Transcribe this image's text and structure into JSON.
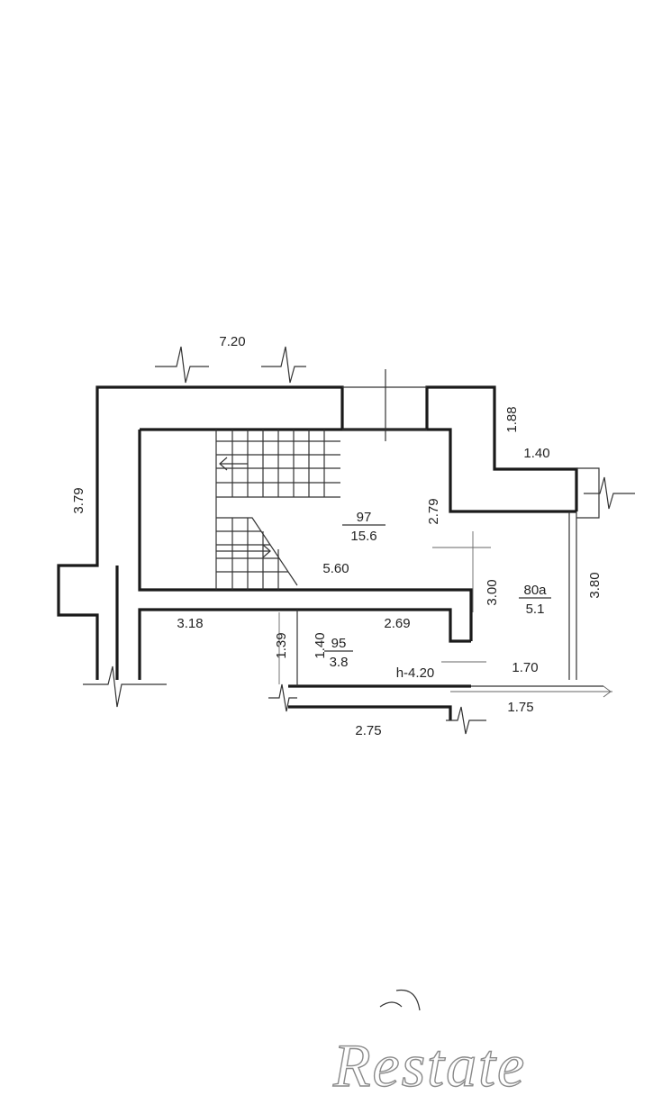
{
  "dimensions": {
    "top_width": "7.20",
    "left_height": "3.79",
    "right_step_height": "1.88",
    "right_step_width": "1.40",
    "stair_right_height": "2.79",
    "stair_bottom_width": "5.60",
    "east_room_height": "3.80",
    "east_partition_height": "3.00",
    "corridor_width": "3.18",
    "small_room_width": "2.69",
    "small_room_left": "1.39",
    "small_room_inner": "1.40",
    "east_room_width": "1.70",
    "bottom_right_width": "1.75",
    "bottom_width": "2.75",
    "height_mark": "h-4.20"
  },
  "rooms": [
    {
      "number": "97",
      "area": "15.6"
    },
    {
      "number": "80a",
      "area": "5.1"
    },
    {
      "number": "95",
      "area": "3.8"
    }
  ],
  "watermark": "Restate"
}
